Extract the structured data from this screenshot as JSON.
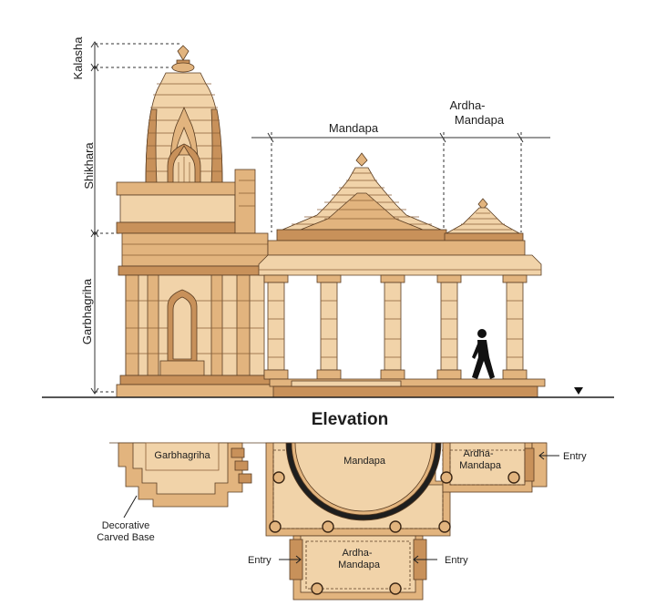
{
  "elevation": {
    "title": "Elevation",
    "labels": {
      "kalasha": "Kalasha",
      "shikhara": "Shikhara",
      "garbhagriha": "Garbhagriha",
      "mandapa": "Mandapa",
      "ardha_line1": "Ardha-",
      "ardha_line2": "Mandapa"
    }
  },
  "plan": {
    "labels": {
      "garbhagriha": "Garbhagriha",
      "mandapa": "Mandapa",
      "ardha_right_1": "Ardha-",
      "ardha_right_2": "Mandapa",
      "ardha_bottom_1": "Ardha-",
      "ardha_bottom_2": "Mandapa",
      "entry_right": "Entry",
      "entry_bottom_left": "Entry",
      "entry_bottom_right": "Entry",
      "decorative_1": "Decorative",
      "decorative_2": "Carved Base"
    }
  },
  "colors": {
    "light": "#f1d3a9",
    "mid": "#e2b47e",
    "dark": "#c8915a",
    "outline": "#5a3d22",
    "ink": "#1e1e1e"
  }
}
